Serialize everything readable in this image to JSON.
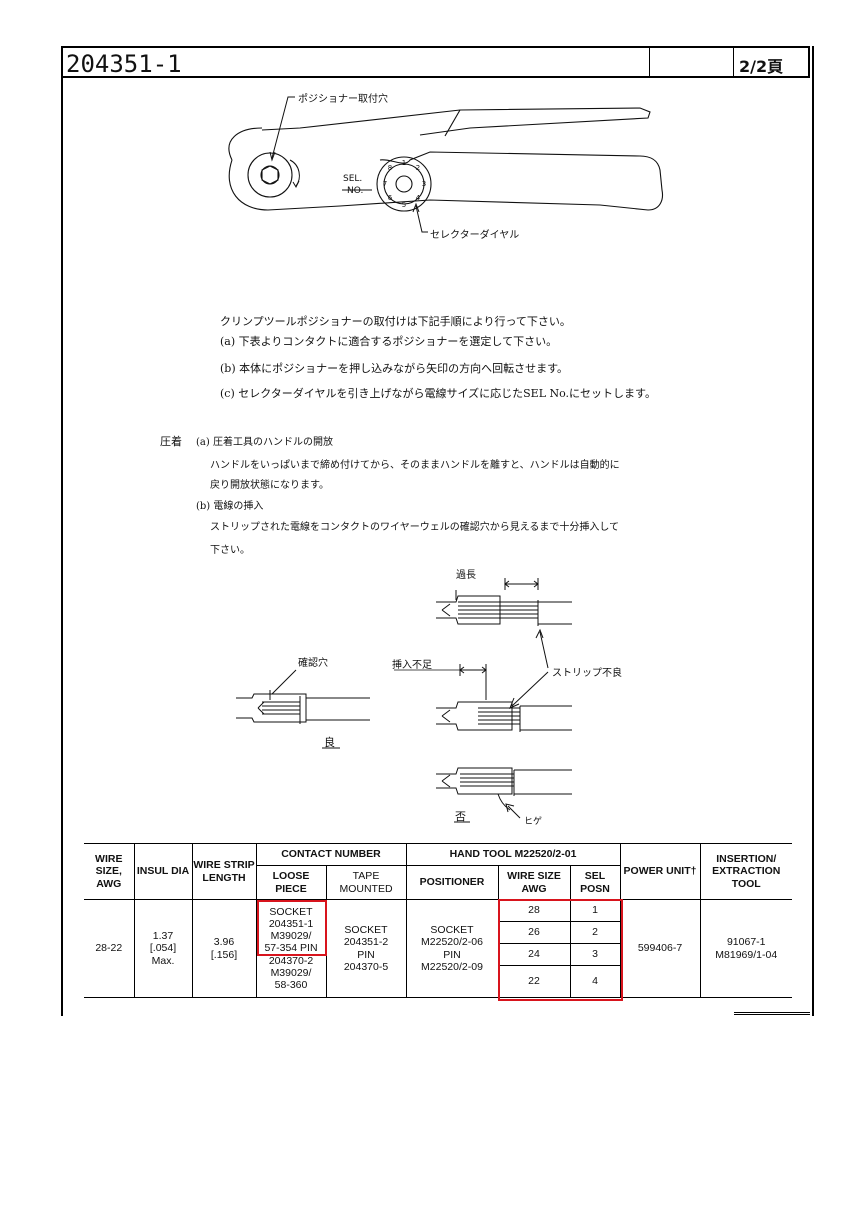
{
  "header": {
    "doc_number": "204351-1",
    "page": "2/2頁"
  },
  "figure_top": {
    "positioner_mount_label": "ポジショナー取付穴",
    "sel_label": "SEL.",
    "no_label": "NO.",
    "dial_numbers": [
      "1",
      "2",
      "3",
      "4",
      "5",
      "6",
      "7",
      "8"
    ],
    "selector_dial_label": "セレクターダイヤル"
  },
  "instructions": {
    "intro": "クリンプツールポジショナーの取付けは下記手順により行って下さい。",
    "step_a": "(a) 下表よりコンタクトに適合するポジショナーを選定して下さい。",
    "step_b": "(b) 本体にポジショナーを押し込みながら矢印の方向へ回転させます。",
    "step_c": "(c) セレクターダイヤルを引き上げながら電線サイズに応じたSEL No.にセットします。"
  },
  "crimping": {
    "title": "圧着",
    "a_heading": "(a) 圧着工具のハンドルの開放",
    "a_text_1": "ハンドルをいっぱいまで締め付けてから、そのままハンドルを離すと、ハンドルは自動的に",
    "a_text_2": "戻り開放状態になります。",
    "b_heading": "(b) 電線の挿入",
    "b_text_1": "ストリップされた電線をコンタクトのワイヤーウェルの確認穴から見えるまで十分挿入して",
    "b_text_2": "下さい。"
  },
  "figure_wire": {
    "too_long": "過長",
    "inspection_hole": "確認穴",
    "insufficient_insertion": "挿入不足",
    "bad_strip": "ストリップ不良",
    "good": "良",
    "bad": "否",
    "whisker": "ヒゲ"
  },
  "table": {
    "headers": {
      "wire_size": "WIRE SIZE, AWG",
      "insul_dia": "INSUL DIA",
      "wire_strip": "WIRE STRIP LENGTH",
      "contact_number": "CONTACT NUMBER",
      "loose_piece": "LOOSE PIECE",
      "tape_mounted": "TAPE MOUNTED",
      "hand_tool": "HAND TOOL M22520/2-01",
      "positioner": "POSITIONER",
      "wire_size_awg": "WIRE SIZE AWG",
      "sel_posn": "SEL POSN",
      "power_unit": "POWER UNIT†",
      "insertion_tool": "INSERTION/ EXTRACTION TOOL"
    },
    "row": {
      "wire_size": "28-22",
      "insul_dia_1": "1.37",
      "insul_dia_2": "[.054]",
      "insul_dia_3": "Max.",
      "strip_1": "3.96",
      "strip_2": "[.156]",
      "loose_1": "SOCKET",
      "loose_2": "204351-1",
      "loose_3": "M39029/",
      "loose_4": "57-354 PIN",
      "loose_5": "204370-2",
      "loose_6": "M39029/",
      "loose_7": "58-360",
      "tape_1": "SOCKET",
      "tape_2": "204351-2",
      "tape_3": "PIN",
      "tape_4": "204370-5",
      "pos_1": "SOCKET",
      "pos_2": "M22520/2-06",
      "pos_3": "PIN",
      "pos_4": "M22520/2-09",
      "power_unit": "599406-7",
      "insertion_1": "91067-1",
      "insertion_2": "M81969/1-04"
    },
    "sel_rows": [
      {
        "awg": "28",
        "posn": "1"
      },
      {
        "awg": "26",
        "posn": "2"
      },
      {
        "awg": "24",
        "posn": "3"
      },
      {
        "awg": "22",
        "posn": "4"
      }
    ]
  },
  "colors": {
    "highlight": "#d8141d"
  }
}
